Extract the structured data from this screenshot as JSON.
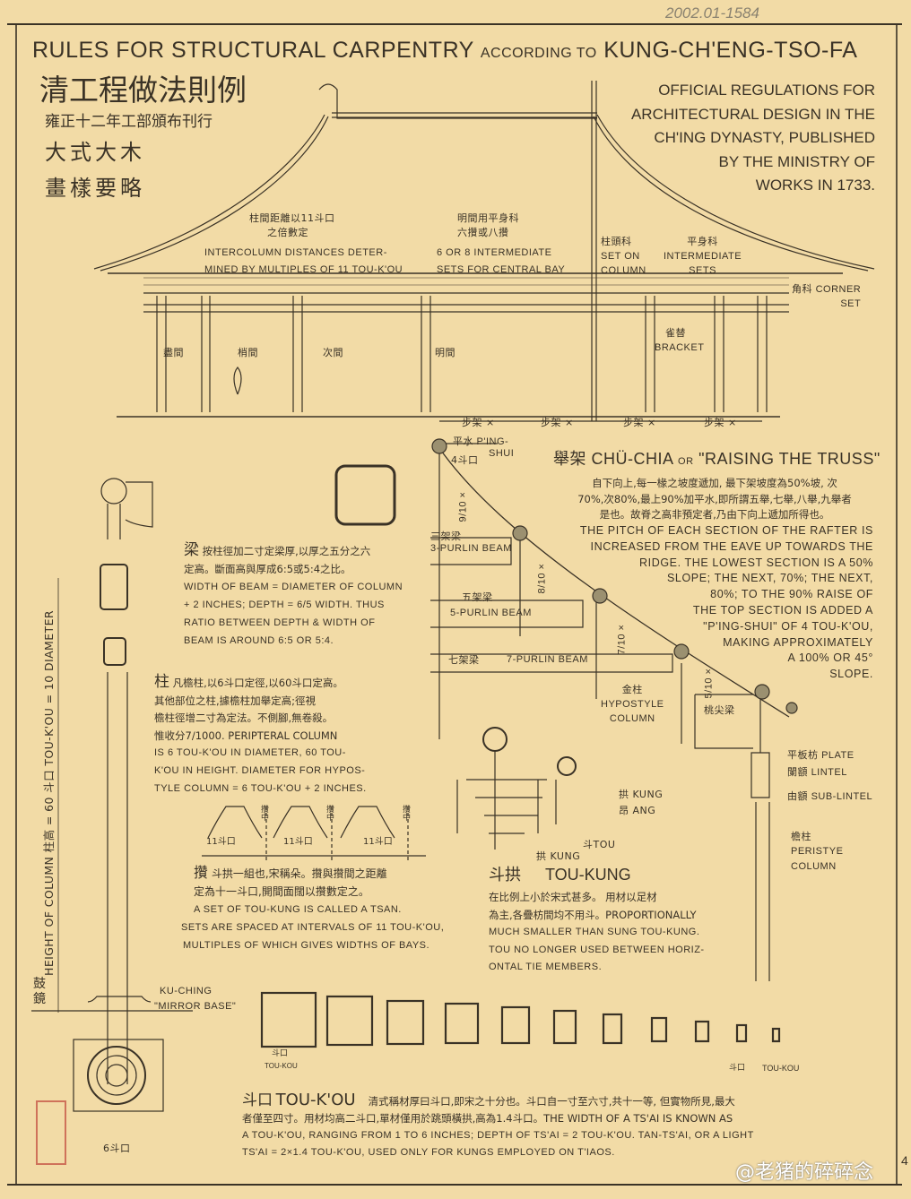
{
  "archive_number": "2002.01-1584",
  "title": {
    "main_a": "RULES FOR STRUCTURAL CARPENTRY",
    "main_b": "ACCORDING TO",
    "main_c": "KUNG-CH'ENG-TSO-FA",
    "cn_1": "清工程做法則例",
    "cn_2": "雍正十二年工部頒布刊行",
    "cn_3": "大式大木",
    "cn_4": "畫樣要略",
    "en_note": [
      "OFFICIAL REGULATIONS FOR",
      "ARCHITECTURAL DESIGN IN THE",
      "CH'ING DYNASTY, PUBLISHED",
      "BY THE MINISTRY OF",
      "WORKS IN 1733."
    ]
  },
  "elevation": {
    "intercolumn_cn": [
      "柱間距離以11斗口",
      "之倍數定"
    ],
    "intercolumn_en": [
      "INTERCOLUMN DISTANCES DETER-",
      "MINED BY MULTIPLES OF 11 TOU-K'OU"
    ],
    "central_cn": [
      "明間用平身科",
      "六攢或八攢"
    ],
    "central_en": [
      "6 OR 8 INTERMEDIATE",
      "SETS FOR CENTRAL BAY"
    ],
    "column_set_cn": "柱頭科",
    "column_set_en": [
      "SET ON",
      "COLUMN"
    ],
    "intermediate_cn": "平身科",
    "intermediate_en": [
      "INTERMEDIATE",
      "SETS"
    ],
    "corner_cn": "角科",
    "corner_en": [
      "CORNER",
      "SET"
    ],
    "bracket_cn": "雀替",
    "bracket_en": "BRACKET",
    "bays": [
      "盡間",
      "梢間",
      "次間",
      "明間"
    ]
  },
  "truss": {
    "step_labels": [
      "步架 ×",
      "步架 ×",
      "步架 ×",
      "步架 ×"
    ],
    "pingshui": [
      "平水 P'ING-",
      "SHUI"
    ],
    "four_toukou": "4斗口",
    "ratios": [
      "9/10 ×",
      "8/10 ×",
      "7/10 ×",
      "5/10 ×"
    ],
    "beam3_cn": "三架梁",
    "beam3_en": "3-PURLIN BEAM",
    "beam5_cn": "五架梁",
    "beam5_en": "5-PURLIN BEAM",
    "beam7_cn": "七架梁",
    "beam7_en": "7-PURLIN BEAM",
    "title_cn": "舉架",
    "title_en": "CHÜ-CHIA",
    "title_or": "OR",
    "title_quote": "\"RAISING THE TRUSS\"",
    "cn_text": [
      "自下向上,每一椽之坡度遞加, 最下架坡度為50%坡, 次",
      "70%,次80%,最上90%加平水,即所謂五舉,七舉,八舉,九舉者",
      "是也。故脊之高非預定者,乃由下向上遞加所得也。"
    ],
    "en_text": [
      "THE PITCH OF EACH SECTION OF THE RAFTER IS",
      "INCREASED FROM THE EAVE UP TOWARDS THE",
      "RIDGE. THE LOWEST SECTION IS A 50%",
      "SLOPE; THE NEXT, 70%; THE NEXT,",
      "80%; TO THE 90% RAISE OF",
      "THE TOP SECTION IS ADDED A",
      "\"P'ING-SHUI\" OF 4 TOU-K'OU,",
      "MAKING APPROXIMATELY",
      "A 100% OR 45°",
      "SLOPE."
    ],
    "hypostyle_cn": "金柱",
    "hypostyle_en": [
      "HYPOSTYLE",
      "COLUMN"
    ],
    "taojian_cn": "桃尖梁",
    "plate_cn": "平板枋",
    "plate_en": "PLATE",
    "lintel_cn": "闌額",
    "lintel_en": "LINTEL",
    "sublintel_cn": "由額",
    "sublintel_en": "SUB-LINTEL",
    "peristyle_cn": "檐柱",
    "peristyle_en": [
      "PERISTYE",
      "COLUMN"
    ]
  },
  "column": {
    "height_label": "HEIGHT OF COLUMN 柱高 = 60 斗口 TOU-K'OU = 10 DIAMETER",
    "base_cn": "鼓鏡",
    "base_en": [
      "KU-CHING",
      "\"MIRROR BASE\""
    ],
    "base_dim": "6斗口"
  },
  "beam_note": {
    "head": "梁",
    "cn": [
      "按柱徑加二寸定梁厚,以厚之五分之六",
      "定高。斷面高與厚成6:5或5:4之比。"
    ],
    "en": [
      "WIDTH OF BEAM = DIAMETER OF COLUMN",
      "+ 2 INCHES; DEPTH = 6/5 WIDTH. THUS",
      "RATIO BETWEEN DEPTH & WIDTH OF",
      "BEAM IS AROUND 6:5 OR 5:4."
    ]
  },
  "column_note": {
    "head": "柱",
    "lines": [
      "凡檐柱,以6斗口定徑,以60斗口定高。",
      "其他部位之柱,據檐柱加舉定高;徑視",
      "檐柱徑增二寸為定法。不側腳,無卷殺。",
      "惟收分7/1000.   PERIPTERAL COLUMN",
      "IS 6 TOU-K'OU IN DIAMETER, 60 TOU-",
      "K'OU IN HEIGHT. DIAMETER FOR HYPOS-",
      "TYLE COLUMN = 6 TOU-K'OU + 2 INCHES."
    ]
  },
  "tsan": {
    "center_label": "攢中",
    "spacing": "11斗口",
    "head": "攢",
    "cn": [
      "斗拱一組也,宋稱朵。攢與攢間之距離",
      "定為十一斗口,開間面闊以攢數定之。"
    ],
    "en": [
      "A SET OF TOU-KUNG IS CALLED A TSAN.",
      "SETS ARE SPACED AT INTERVALS OF 11 TOU-K'OU,",
      "MULTIPLES OF WHICH GIVES WIDTHS OF BAYS."
    ]
  },
  "toukung": {
    "kung": "拱 KUNG",
    "ang": "昂 ANG",
    "tou": "斗TOU",
    "kung2": "拱 KUNG",
    "head_cn": "斗拱",
    "head_en": "TOU-KUNG",
    "lines": [
      "在比例上小於宋式甚多。 用材以足材",
      "為主,各疊枋間均不用斗。PROPORTIONALLY",
      "MUCH SMALLER THAN SUNG TOU-KUNG.",
      "TOU NO LONGER USED BETWEEN HORIZ-",
      "ONTAL TIE MEMBERS."
    ]
  },
  "toukou_row": {
    "sizes": [
      6,
      5.5,
      5,
      4.5,
      4,
      3.5,
      3,
      2.5,
      2,
      1.5,
      1
    ],
    "label_cn": "斗口",
    "label_en": "TOU-KOU"
  },
  "toukou_note": {
    "head_cn": "斗口",
    "head_en": "TOU-K'OU",
    "lines": [
      "清式稱材厚曰斗口,即宋之十分也。斗口自一寸至六寸,共十一等, 但實物所見,最大",
      "者僅至四寸。用材均高二斗口,單材僅用於跳頭橫拱,高為1.4斗口。THE WIDTH OF A TS'AI IS KNOWN AS",
      "A TOU-K'OU, RANGING FROM 1 TO 6 INCHES; DEPTH OF TS'AI = 2 TOU-K'OU.  TAN-TS'AI, OR A LIGHT",
      "TS'AI = 2×1.4 TOU-K'OU, USED ONLY FOR KUNGS EMPLOYED ON T'IAOS."
    ]
  },
  "page_number": "4",
  "watermark": "@老猪的碎碎念",
  "colors": {
    "paper": "#f2dba6",
    "ink": "#3a3226",
    "seal": "#c0463a"
  }
}
